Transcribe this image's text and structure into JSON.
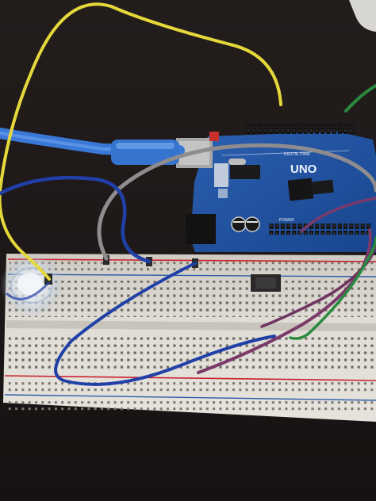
{
  "photo": {
    "subject": "arduino-breadboard-circuit",
    "board_label": "UNO",
    "board_small_text": "DIGITAL PWM",
    "power_label": "POWER",
    "colors": {
      "background": "#1b1716",
      "board": "#1f4f9e",
      "breadboard": "#dedbd4",
      "rail_red": "#c8202a",
      "rail_blue": "#2c5ea8",
      "wire_yellow": "#e5d83a",
      "wire_blue": "#2040a8",
      "wire_gray": "#8e8c8e",
      "wire_purple": "#7a3a6a",
      "wire_green": "#2a8a3e",
      "usb_cable": "#3a78d8"
    }
  }
}
